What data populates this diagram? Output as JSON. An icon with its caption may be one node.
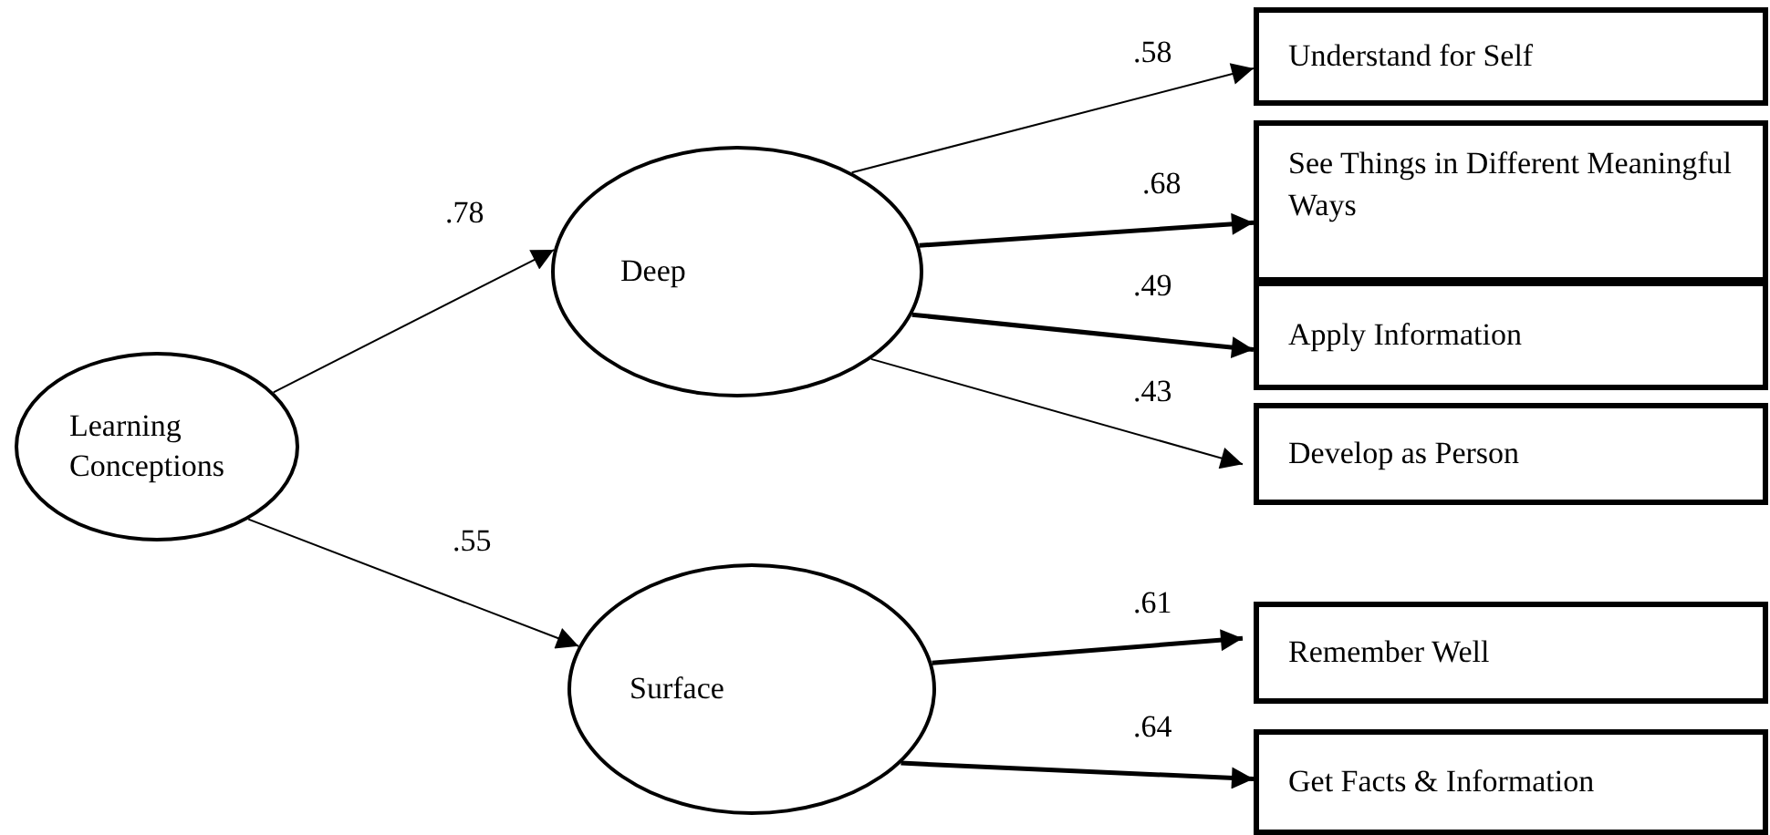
{
  "diagram": {
    "nodes": [
      {
        "text": [
          "Learning Conceptions"
        ]
      },
      {
        "text": [
          "Deep"
        ]
      },
      {
        "text": [
          "Surface"
        ]
      },
      {
        "text": [
          "Understand for Self"
        ]
      },
      {
        "text": [
          "See Things in Different Meaningful Ways"
        ]
      },
      {
        "text": [
          "Apply Information"
        ]
      },
      {
        "text": [
          "Develop as Person"
        ]
      },
      {
        "text": [
          "Remember Well"
        ]
      },
      {
        "text": [
          "Get Facts & Information"
        ]
      }
    ],
    "edges": [
      {
        "from": 0,
        "to": 1,
        "arrow": "to",
        "label": ".78"
      },
      {
        "from": 0,
        "to": 2,
        "arrow": "to",
        "label": ".55"
      },
      {
        "from": 1,
        "to": 3,
        "arrow": "to",
        "label": ".58"
      },
      {
        "from": 1,
        "to": 4,
        "arrow": "to",
        "label": ".68",
        "style": "thick"
      },
      {
        "from": 1,
        "to": 5,
        "arrow": "to",
        "label": ".49",
        "style": "thick"
      },
      {
        "from": 1,
        "to": 6,
        "arrow": "to",
        "label": ".43"
      },
      {
        "from": 2,
        "to": 7,
        "arrow": "to",
        "label": ".61",
        "style": "thick"
      },
      {
        "from": 2,
        "to": 8,
        "arrow": "to",
        "label": ".64",
        "style": "thick"
      }
    ]
  }
}
